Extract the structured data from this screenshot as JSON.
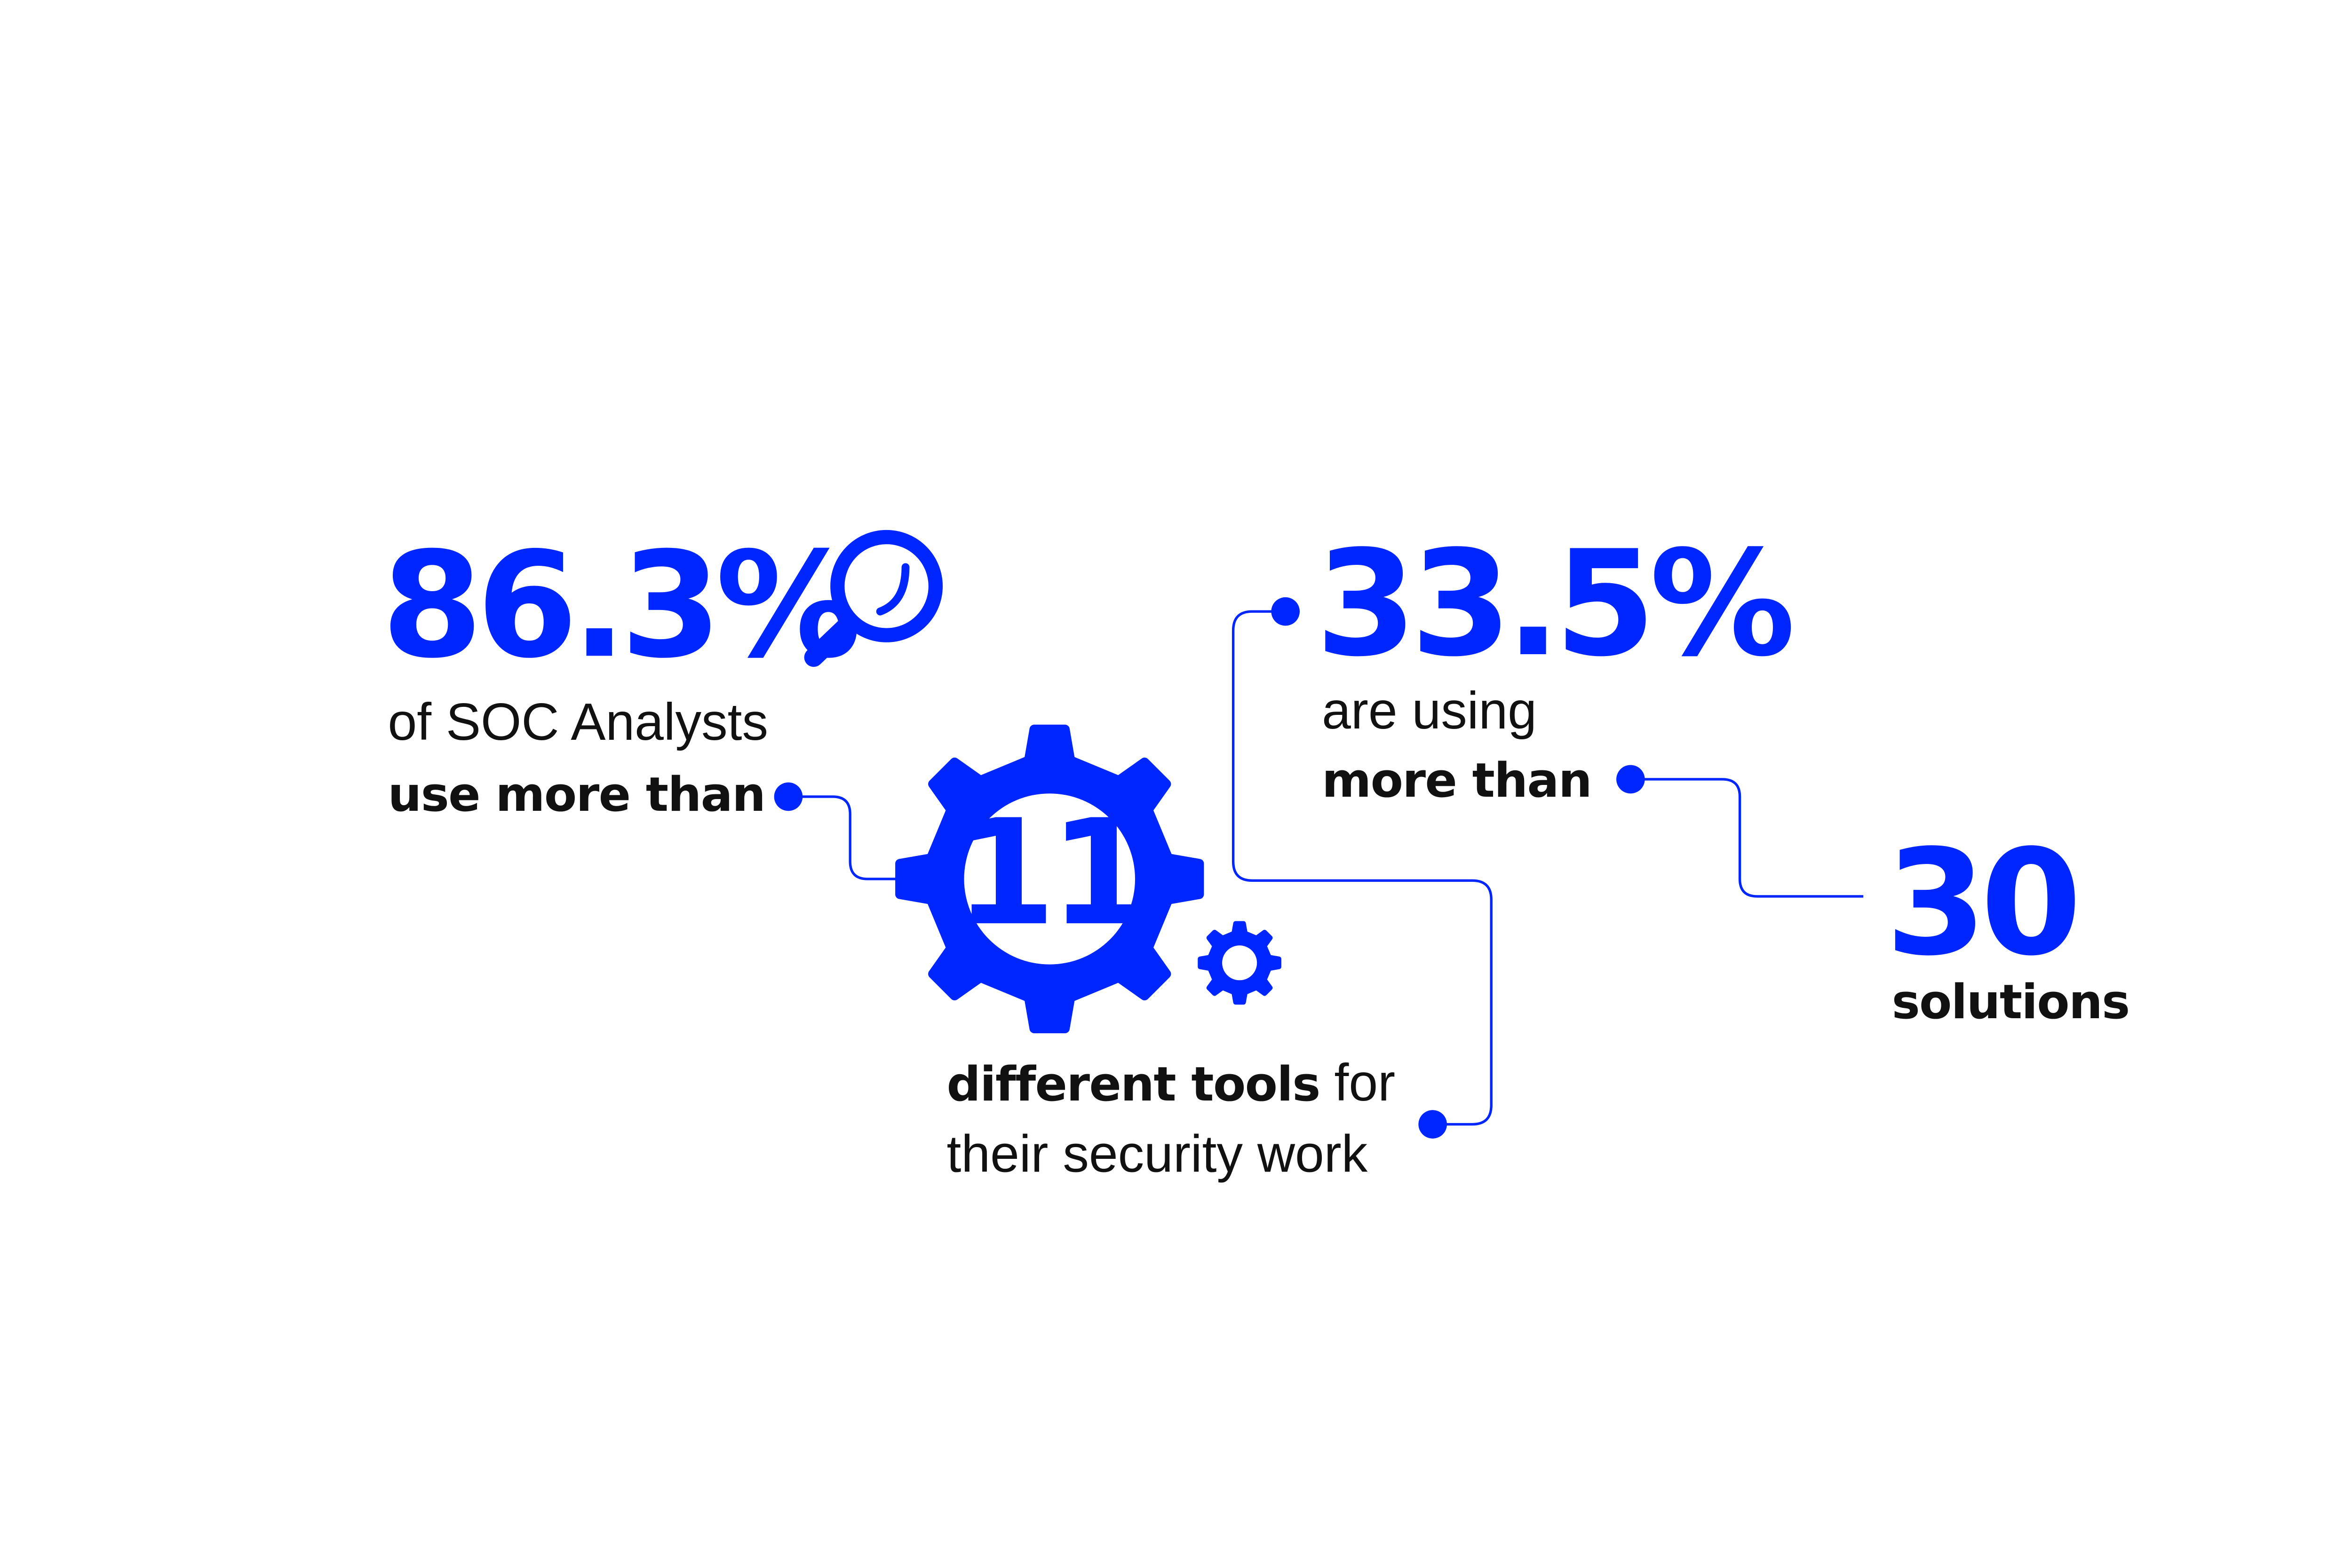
{
  "colors": {
    "accent": "#0026FF",
    "text": "#111111",
    "background": "#FFFFFF"
  },
  "stat1": {
    "value": "86.3%",
    "line1": "of SOC Analysts",
    "line2": "use more than",
    "icon": "magnifier-icon"
  },
  "gear": {
    "value": "11",
    "bold_text": "different tools",
    "tail_text": " for",
    "line2": "their security work",
    "icon": "gear-icon"
  },
  "stat2": {
    "value": "33.5%",
    "line1": "are using",
    "line2": "more than"
  },
  "stat3": {
    "value": "30",
    "label": "solutions"
  }
}
